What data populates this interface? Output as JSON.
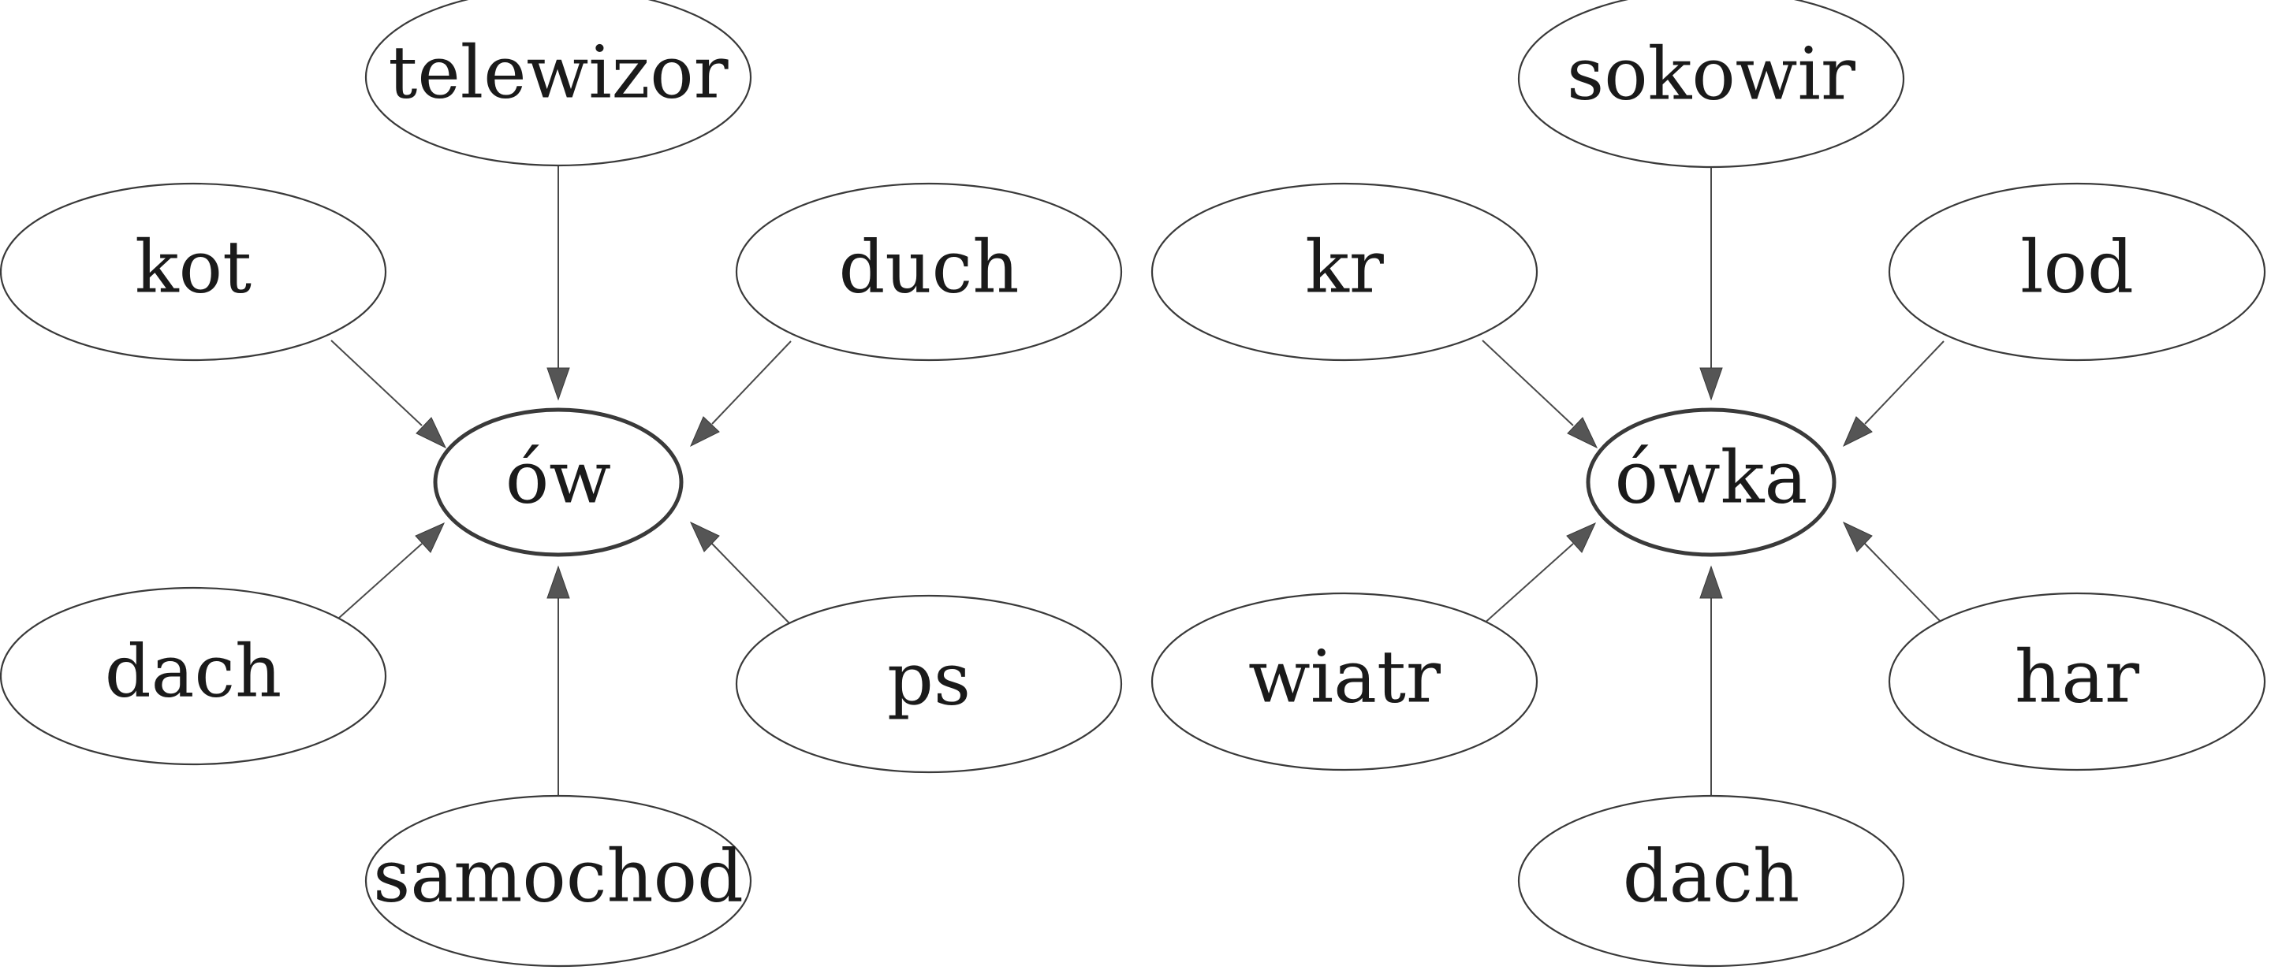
{
  "diagrams": [
    {
      "center": "ów",
      "nodes": [
        "telewizor",
        "kot",
        "duch",
        "dach",
        "ps",
        "samochod"
      ]
    },
    {
      "center": "ówka",
      "nodes": [
        "sokowir",
        "kr",
        "lod",
        "wiatr",
        "har",
        "dach"
      ]
    }
  ]
}
